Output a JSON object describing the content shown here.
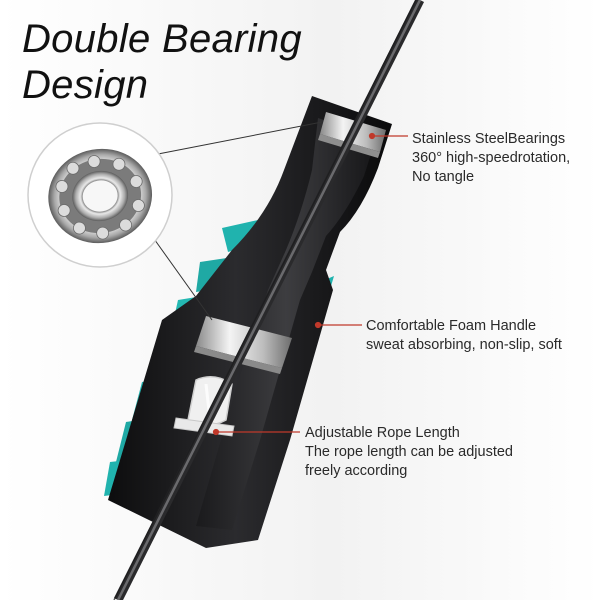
{
  "heading": {
    "line1": "Double Bearing",
    "line2": "Design"
  },
  "callouts": [
    {
      "lines": [
        "Stainless SteelBearings",
        "360° high-speedrotation,",
        "No tangle"
      ]
    },
    {
      "lines": [
        "Comfortable Foam Handle",
        "sweat absorbing,  non-slip, soft"
      ]
    },
    {
      "lines": [
        "Adjustable Rope Length",
        "The rope length can be adjusted",
        "freely according"
      ]
    }
  ],
  "colors": {
    "handle_dark": "#1c1c1e",
    "foam_teal": "#20b3ae",
    "leader_red": "#c0392b",
    "bearing_silver": "#c9c9c9"
  },
  "icons": {
    "bearing_inset": "ball-bearing-icon"
  }
}
